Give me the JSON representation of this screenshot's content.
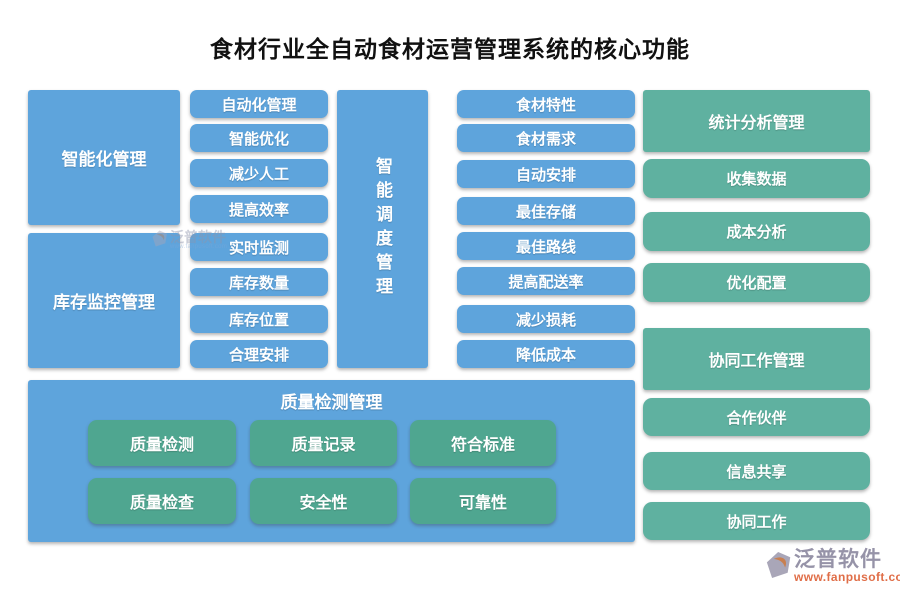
{
  "title": "食材行业全自动食材运营管理系统的核心功能",
  "colors": {
    "blue": "#5EA4DC",
    "green": "#5FB1A0",
    "green_dark": "#4FA690",
    "logo_name": "#9693A8",
    "logo_url": "#E06E48"
  },
  "groups": {
    "intelligent": {
      "label": "智能化管理",
      "items": [
        "自动化管理",
        "智能优化",
        "减少人工",
        "提高效率"
      ]
    },
    "inventory": {
      "label": "库存监控管理",
      "items": [
        "实时监测",
        "库存数量",
        "库存位置",
        "合理安排"
      ]
    },
    "scheduling": {
      "label": "智能调度管理",
      "items": [
        "食材特性",
        "食材需求",
        "自动安排",
        "最佳存储",
        "最佳路线",
        "提高配送率",
        "减少损耗",
        "降低成本"
      ]
    },
    "statistics": {
      "label": "统计分析管理",
      "items": [
        "收集数据",
        "成本分析",
        "优化配置"
      ]
    },
    "collaboration": {
      "label": "协同工作管理",
      "items": [
        "合作伙伴",
        "信息共享",
        "协同工作"
      ]
    },
    "quality": {
      "label": "质量检测管理",
      "items": [
        "质量检测",
        "质量记录",
        "符合标准",
        "质量检查",
        "安全性",
        "可靠性"
      ]
    }
  },
  "brand": {
    "name": "泛普软件",
    "url": "www.fanpusoft.com"
  }
}
